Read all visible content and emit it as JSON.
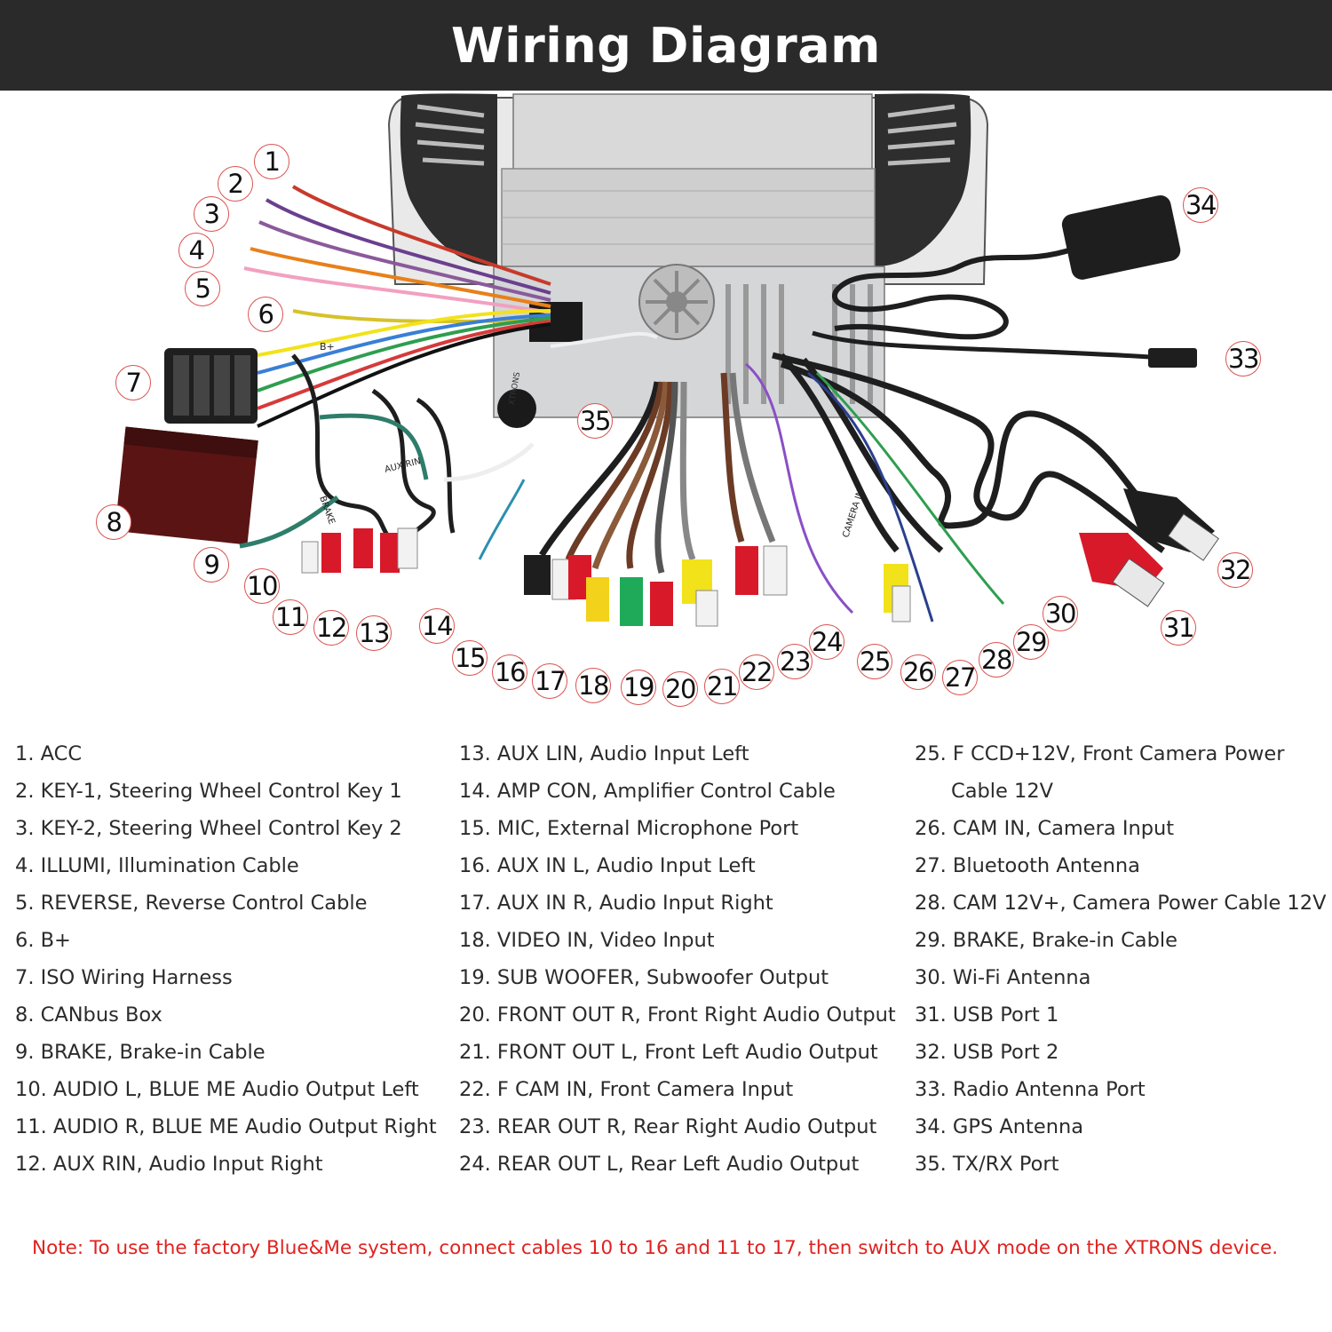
{
  "title": "Wiring Diagram",
  "callouts": [
    "1",
    "2",
    "3",
    "4",
    "5",
    "6",
    "7",
    "8",
    "9",
    "10",
    "11",
    "12",
    "13",
    "14",
    "15",
    "16",
    "17",
    "18",
    "19",
    "20",
    "21",
    "22",
    "23",
    "24",
    "25",
    "26",
    "27",
    "28",
    "29",
    "30",
    "31",
    "32",
    "33",
    "34",
    "35"
  ],
  "legend": {
    "col1": [
      "1. ACC",
      "2. KEY-1, Steering Wheel Control Key 1",
      "3. KEY-2, Steering Wheel Control Key 2",
      "4. ILLUMI, Illumination Cable",
      "5. REVERSE, Reverse Control Cable",
      "6. B+",
      "7. ISO Wiring Harness",
      "8. CANbus Box",
      "9. BRAKE, Brake-in Cable",
      "10. AUDIO L, BLUE ME Audio Output Left",
      "11. AUDIO R, BLUE ME Audio Output Right",
      "12. AUX RIN, Audio Input Right"
    ],
    "col2": [
      "13. AUX LIN, Audio Input Left",
      "14. AMP CON, Amplifier Control Cable",
      "15. MIC, External Microphone Port",
      "16. AUX IN L, Audio Input Left",
      "17. AUX IN R, Audio Input Right",
      "18. VIDEO IN, Video Input",
      "19. SUB WOOFER, Subwoofer Output",
      "20. FRONT OUT R, Front Right Audio Output",
      "21. FRONT OUT L, Front Left Audio Output",
      "22. F CAM IN, Front Camera Input",
      "23. REAR OUT R, Rear Right Audio Output",
      "24. REAR OUT L, Rear Left Audio Output"
    ],
    "col3": [
      "25. F CCD+12V, Front Camera Power Cable 12V",
      "26. CAM IN, Camera Input",
      "27. Bluetooth Antenna",
      "28. CAM 12V+, Camera Power Cable 12V",
      "29. BRAKE, Brake-in Cable",
      "30. Wi-Fi Antenna",
      "31. USB Port 1",
      "32. USB Port 2",
      "33. Radio Antenna Port",
      "34. GPS Antenna",
      "35. TX/RX Port"
    ]
  },
  "photo_labels": {
    "b_plus": "B+",
    "aux_rin": "AUX RIN",
    "brake": "BRAKE",
    "camera_in": "CAMERA IN",
    "brand": "XTRONS"
  },
  "note": "Note: To use the factory Blue&Me system, connect cables 10 to 16 and 11 to 17, then switch to AUX mode on the XTRONS device."
}
